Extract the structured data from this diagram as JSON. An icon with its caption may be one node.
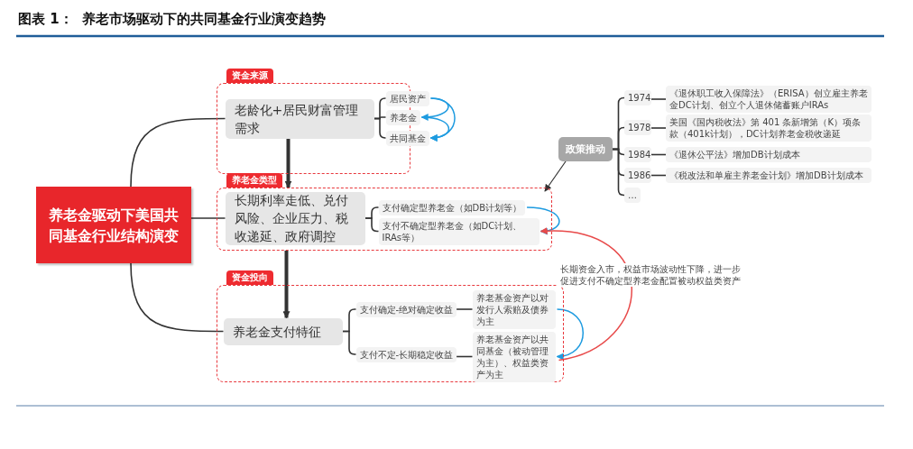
{
  "diagram": {
    "title": "图表 1：  养老市场驱动下的共同基金行业演变趋势",
    "nodes": [
      {
        "text": [
          "养老金驱动下美国共同基金行业结构演变"
        ]
      },
      {
        "text": [
          "资金来源"
        ]
      },
      {
        "text": [
          "老龄化+居民财富管理需求"
        ],
        "in": 1
      },
      {
        "text": [
          "居民资产"
        ],
        "in": 1
      },
      {
        "text": [
          "养老金"
        ],
        "in": 1
      },
      {
        "text": [
          "共同基金"
        ],
        "in": 1
      },
      {
        "text": [
          "养老金类型"
        ]
      },
      {
        "text": [
          "长期利率走低、兑付风险、企业压力、税收递延、政府调控"
        ],
        "in": 6
      },
      {
        "text": [
          "支付确定型养老金（如DB计划等）"
        ],
        "in": 6
      },
      {
        "text": [
          "支付不确定型养老金（如DC计划、IRAs等）"
        ],
        "in": 6
      },
      {
        "text": [
          "资金投向"
        ]
      },
      {
        "text": [
          "养老金支付特征"
        ],
        "in": 10
      },
      {
        "text": [
          "支付确定-绝对确定收益"
        ],
        "in": 10
      },
      {
        "text": [
          "支付不定-长期稳定收益"
        ],
        "in": 10
      },
      {
        "text": [
          "养老基金资产以对发行人索赔及债券为主"
        ],
        "in": 10
      },
      {
        "text": [
          "养老基金资产以共同基金（被动管理为主）、权益类资产为主"
        ],
        "in": 10
      },
      {
        "text": [
          "政策推动"
        ]
      },
      {
        "text": [
          "1974"
        ]
      },
      {
        "text": [
          "《退休职工收入保障法》（ERISA）创立雇主养老金DC计划、创立个人退休储蓄账户IRAs"
        ]
      },
      {
        "text": [
          "1978"
        ]
      },
      {
        "text": [
          "美国《国内税收法》第 401 条新增第（K）项条款（401k计划），DC计划养老金税收递延"
        ]
      },
      {
        "text": [
          "1984"
        ]
      },
      {
        "text": [
          "《退休公平法》增加DB计划成本"
        ]
      },
      {
        "text": [
          "1986"
        ]
      },
      {
        "text": [
          "《税改法和单雇主养老金计划》增加DB计划成本"
        ]
      },
      {
        "text": [
          "…"
        ]
      }
    ],
    "edges": [
      {
        "from": 0,
        "to": 2,
        "arrow": "none"
      },
      {
        "from": 0,
        "to": 7,
        "arrow": "none"
      },
      {
        "from": 0,
        "to": 11,
        "arrow": "none"
      },
      {
        "from": 2,
        "to": 3,
        "arrow": "none"
      },
      {
        "from": 2,
        "to": 4,
        "arrow": "none"
      },
      {
        "from": 2,
        "to": 5,
        "arrow": "none"
      },
      {
        "from": 3,
        "to": 4,
        "arrow": "to",
        "color": "#1e9be0"
      },
      {
        "from": 4,
        "to": 5,
        "arrow": "to",
        "color": "#1e9be0"
      },
      {
        "from": 3,
        "to": 5,
        "arrow": "to",
        "color": "#1e9be0"
      },
      {
        "from": 2,
        "to": 6,
        "arrow": "to",
        "style": "thick"
      },
      {
        "from": 7,
        "to": 8,
        "arrow": "none"
      },
      {
        "from": 7,
        "to": 9,
        "arrow": "none"
      },
      {
        "from": 8,
        "to": 9,
        "arrow": "to",
        "color": "#1e9be0"
      },
      {
        "from": 6,
        "to": 11,
        "arrow": "to",
        "style": "thick"
      },
      {
        "from": 11,
        "to": 12,
        "arrow": "none"
      },
      {
        "from": 11,
        "to": 13,
        "arrow": "none"
      },
      {
        "from": 12,
        "to": 14,
        "arrow": "none"
      },
      {
        "from": 13,
        "to": 15,
        "arrow": "none"
      },
      {
        "from": 14,
        "to": 15,
        "arrow": "to",
        "color": "#1e9be0"
      },
      {
        "from": 15,
        "to": 9,
        "arrow": "to",
        "color": "#e84a4a",
        "label": "长期资金入市，权益市场波动性下降，进一步促进支付不确定型养老金配置被动权益类资产"
      },
      {
        "from": 16,
        "to": 6,
        "arrow": "to"
      },
      {
        "from": 16,
        "to": 17,
        "arrow": "none"
      },
      {
        "from": 16,
        "to": 19,
        "arrow": "none"
      },
      {
        "from": 16,
        "to": 21,
        "arrow": "none"
      },
      {
        "from": 16,
        "to": 23,
        "arrow": "none"
      },
      {
        "from": 16,
        "to": 25,
        "arrow": "none"
      },
      {
        "from": 17,
        "to": 18,
        "arrow": "none"
      },
      {
        "from": 19,
        "to": 20,
        "arrow": "none"
      },
      {
        "from": 21,
        "to": 22,
        "arrow": "none"
      },
      {
        "from": 23,
        "to": 24,
        "arrow": "none"
      }
    ]
  }
}
